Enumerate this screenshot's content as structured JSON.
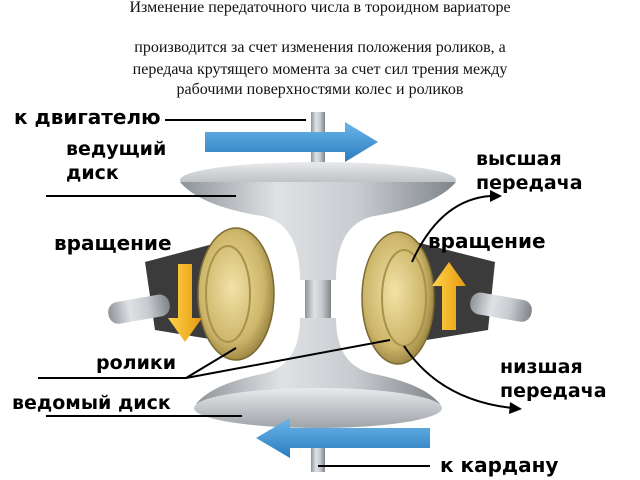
{
  "caption": {
    "line1": "Изменение передаточного числа в тороидном вариаторе",
    "line2": "производится  за счет изменения положения роликов, а",
    "line3": "передача крутящего момента за счет сил трения между",
    "line4": "рабочими поверхностями колес и роликов"
  },
  "labels": {
    "to_engine": "к двигателю",
    "driving_disk_1": "ведущий",
    "driving_disk_2": "диск",
    "rotation_left": "вращение",
    "rotation_right": "вращение",
    "higher_gear_1": "высшая",
    "higher_gear_2": "передача",
    "lower_gear_1": "низшая",
    "lower_gear_2": "передача",
    "rollers": "ролики",
    "driven_disk": "ведомый диск",
    "to_cardan": "к кардану"
  },
  "colors": {
    "flow_arrow": "#3a8fd0",
    "rotation_arrow": "#f2b21a",
    "roller": "#d9c27a",
    "metal": "#c4c8cc",
    "bracket": "#3a3a3a"
  }
}
